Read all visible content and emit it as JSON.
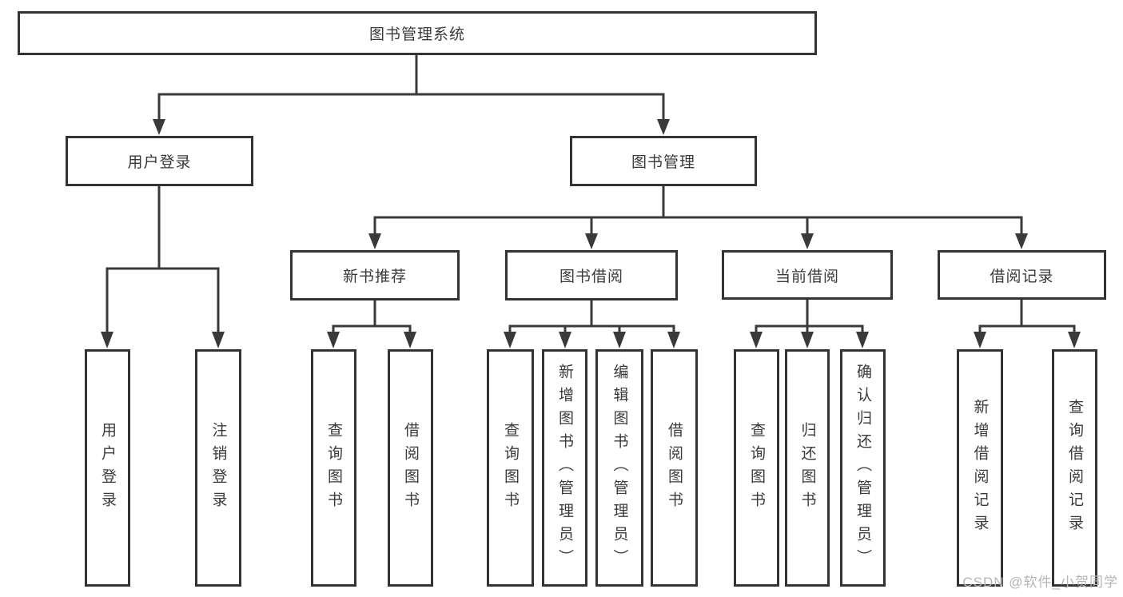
{
  "tree": {
    "label": "图书管理系统",
    "children": [
      {
        "label": "用户登录",
        "children": [
          {
            "label": "用户登录"
          },
          {
            "label": "注销登录"
          }
        ]
      },
      {
        "label": "图书管理",
        "children": [
          {
            "label": "新书推荐",
            "children": [
              {
                "label": "查询图书"
              },
              {
                "label": "借阅图书"
              }
            ]
          },
          {
            "label": "图书借阅",
            "children": [
              {
                "label": "查询图书"
              },
              {
                "label": "新增图书（管理员）"
              },
              {
                "label": "编辑图书（管理员）"
              },
              {
                "label": "借阅图书"
              }
            ]
          },
          {
            "label": "当前借阅",
            "children": [
              {
                "label": "查询图书"
              },
              {
                "label": "归还图书"
              },
              {
                "label": "确认归还（管理员）"
              }
            ]
          },
          {
            "label": "借阅记录",
            "children": [
              {
                "label": "新增借阅记录"
              },
              {
                "label": "查询借阅记录"
              }
            ]
          }
        ]
      }
    ]
  },
  "watermark": {
    "text": "CSDN @软件_小贺同学"
  },
  "colors": {
    "line": "#3a3a3a",
    "box_border": "#333333",
    "box_fill": "#ffffff",
    "text": "#3a3a3a",
    "watermark": "#b5b5b5"
  }
}
